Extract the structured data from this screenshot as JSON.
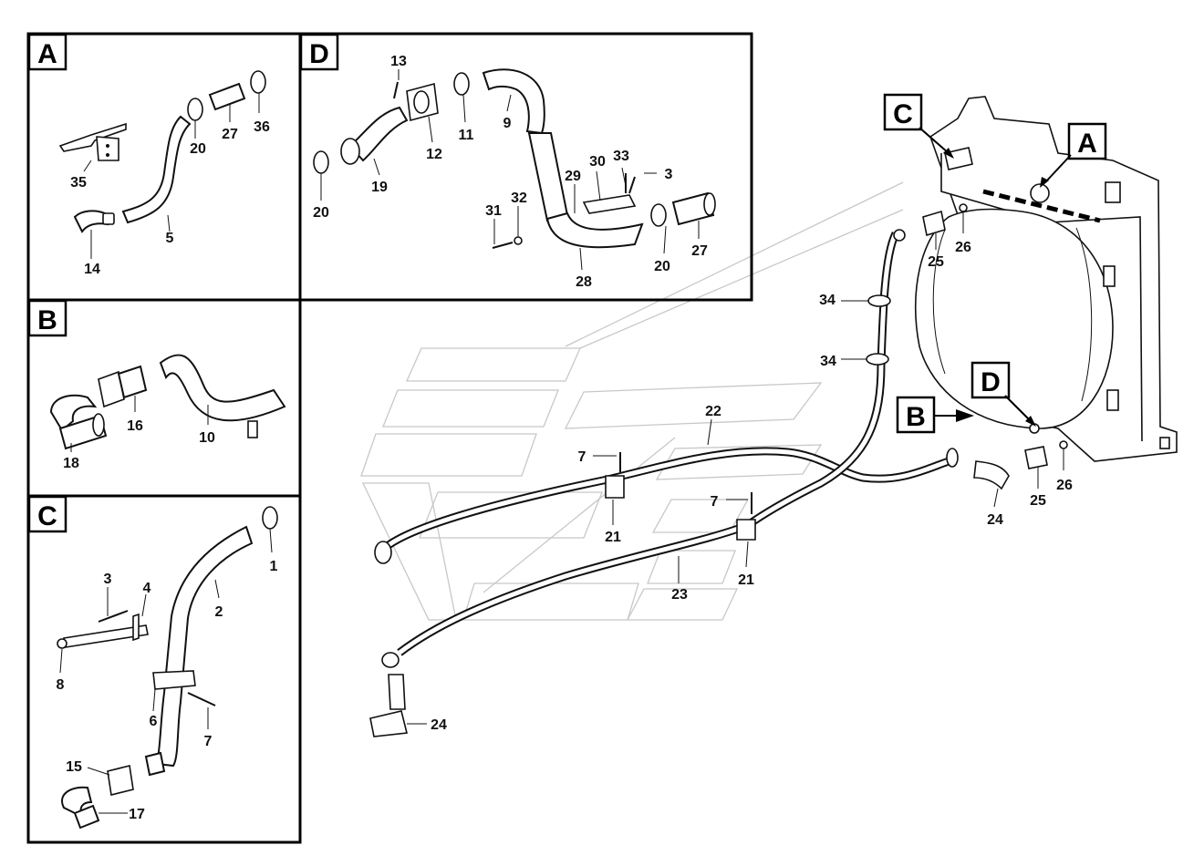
{
  "panels": [
    {
      "id": "panel-a",
      "letter": "A"
    },
    {
      "id": "panel-b",
      "letter": "B"
    },
    {
      "id": "panel-c",
      "letter": "C"
    },
    {
      "id": "panel-d",
      "letter": "D"
    }
  ],
  "callouts": {
    "c": "C",
    "a": "A",
    "b": "B",
    "d": "D"
  },
  "labels": {
    "a35": "35",
    "a20": "20",
    "a27": "27",
    "a36": "36",
    "a5": "5",
    "a14": "14",
    "d13": "13",
    "d12": "12",
    "d11": "11",
    "d9": "9",
    "d19": "19",
    "d20a": "20",
    "d29": "29",
    "d30": "30",
    "d33": "33",
    "d3": "3",
    "d32": "32",
    "d31": "31",
    "d20b": "20",
    "d27": "27",
    "d28": "28",
    "b16": "16",
    "b10": "10",
    "b18": "18",
    "c1": "1",
    "c2": "2",
    "c3": "3",
    "c4": "4",
    "c8": "8",
    "c6": "6",
    "c7": "7",
    "c15": "15",
    "c17": "17",
    "m22": "22",
    "m7a": "7",
    "m21a": "21",
    "m7b": "7",
    "m21b": "21",
    "m23": "23",
    "m24a": "24",
    "m34a": "34",
    "m34b": "34",
    "m25a": "25",
    "m26a": "26",
    "m24b": "24",
    "m25b": "25",
    "m26b": "26"
  }
}
